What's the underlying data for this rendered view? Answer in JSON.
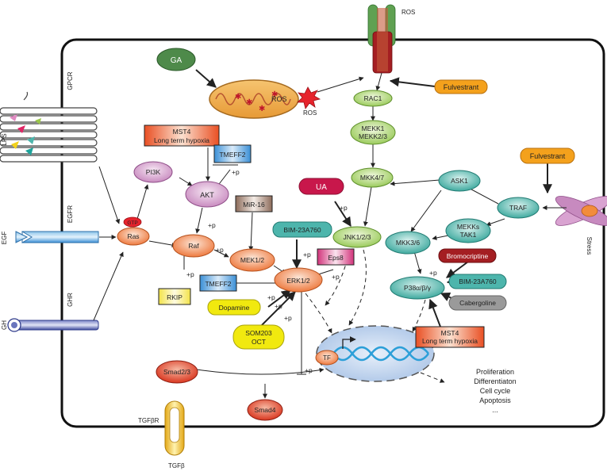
{
  "receptors": {
    "gpcr": "GPCR",
    "egfr": "EGFR",
    "ghr": "GHR",
    "tgfbr": "TGFβR",
    "ros_channel": "ROS",
    "stress": "Stress"
  },
  "ligands": {
    "lps": "LPS",
    "egf": "EGF",
    "gh": "GH",
    "tgfb": "TGFβ"
  },
  "nodes": {
    "ga": "GA",
    "ros_mito": "ROS",
    "ros_star": "ROS",
    "rac1": "RAC1",
    "mekk1": "MEKK1",
    "mekk23": "MEKK2/3",
    "mkk47": "MKK4/7",
    "fulvestrant_top": "Fulvestrant",
    "fulvestrant_right": "Fulvestrant",
    "ask1": "ASK1",
    "traf": "TRAF",
    "mekks": "MEKKs",
    "tak1": "TAK1",
    "ua": "UA",
    "jnk": "JNK1/2/3",
    "mkk36": "MKK3/6",
    "bromocriptine": "Bromocriptine",
    "bim_right": "BIM-23A760",
    "p38": "P38α/β/γ",
    "cabergoline": "Cabergoline",
    "mst4_top_1": "MST4",
    "mst4_top_2": "Long term hypoxia",
    "mst4_bot_1": "MST4",
    "mst4_bot_2": "Long term hypoxia",
    "tmeff2_top": "TMEFF2",
    "pi3k": "PI3K",
    "akt": "AKT",
    "mir16": "MiR-16",
    "gtp": "GTP",
    "ras": "Ras",
    "raf": "Raf",
    "mek12": "MEK1/2",
    "bim_mid": "BIM-23A760",
    "eps8": "Eps8",
    "erk12": "ERK1/2",
    "rkip": "RKIP",
    "tmeff2_bot": "TMEFF2",
    "dopamine": "Dopamine",
    "som203_1": "SOM203",
    "som203_2": "OCT",
    "tf": "TF",
    "smad23": "Smad2/3",
    "smad4": "Smad4"
  },
  "outcomes": [
    "Proliferation",
    "Differentiaton",
    "Cell cycle",
    "Apoptosis",
    "..."
  ],
  "plus_label": "+p",
  "colors": {
    "orange": "#F4A11C",
    "green_light": "#B5D97A",
    "green_dark": "#4E8A4A",
    "teal": "#4DB5AC",
    "pink": "#D8A7D0",
    "crimson": "#C8174B",
    "yellow": "#F1E90F",
    "grey": "#9A9A9A",
    "dark_red": "#A41E22",
    "red_orange": "#E8532A",
    "blue_bar": "#2D86C9",
    "nucleus": "#BDD0EA"
  }
}
